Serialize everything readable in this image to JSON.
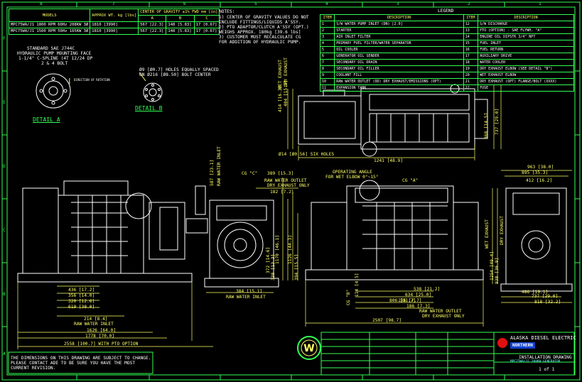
{
  "border_cols": [
    "8",
    "7",
    "6",
    "5",
    "4",
    "3",
    "2",
    "1"
  ],
  "border_rows": [
    "F",
    "E",
    "D",
    "C",
    "B",
    "A"
  ],
  "model_table": {
    "headers": [
      "MODELS",
      "APPROX WT. kg [lbs]",
      "CENTER OF GRAVITY ±1% FWD mm [in]"
    ],
    "sub_headers": [
      "A",
      "B",
      "C"
    ],
    "rows": [
      {
        "model": "MPC75WA/J1  1800 RPM 60Hz 208KW 3Ø",
        "weight": "1810 [3990]",
        "a": "567 [22.3]",
        "b": "148 [5.83]",
        "c": "17 [0.67]"
      },
      {
        "model": "MPC75WA/J1  1500 RPM 50Hz 165KW 3Ø",
        "weight": "1810 [3990]",
        "a": "567 [22.3]",
        "b": "148 [5.83]",
        "c": "17 [0.67]"
      }
    ]
  },
  "notes": {
    "title": "NOTES:",
    "lines": [
      "1) CENTER OF GRAVITY VALUES DO NOT",
      "   INCLUDE FITTINGS/LIQUIDS A'SSY.",
      "2) PTO ADAPTOR/CLUTCH A'SSY (OPT.)",
      "   WEIGHS APPROX. 180kg [39.6 lbs]",
      "3) CUSTOMER MUST RECALCULATE CG",
      "   FOR ADDITION OF HYDRAULIC PUMP."
    ]
  },
  "legend": {
    "title": "LEGEND",
    "headers": [
      "ITEM",
      "DESCRIPTION",
      "ITEM",
      "DESCRIPTION"
    ],
    "rows": [
      [
        "1",
        "S/W WATER PUMP INLET (DN) [2.0]",
        "12",
        "S/W DISCHARGE"
      ],
      [
        "2",
        "STARTER",
        "13",
        "PTO (OPTION) - SAE FLYWH. \"A\""
      ],
      [
        "3",
        "AIR INLET FILTER",
        "14",
        "ENGINE OIL DIPSTK 3/4\" NPT"
      ],
      [
        "4",
        "PRIMARY FUEL FILTER/WATER SEPARATOR",
        "15",
        "FUEL INLET"
      ],
      [
        "5",
        "OIL COOLER",
        "16",
        "FUEL RETURN"
      ],
      [
        "6",
        "GENERATOR OIL SENDER",
        "17",
        "AUXILIARY DRIVE"
      ],
      [
        "7",
        "SECONDARY OIL DRAIN",
        "18",
        "WATER COOLER"
      ],
      [
        "8",
        "SECONDARY OIL FILLER",
        "19",
        "DRY EXHAUST ELBOW (SEE DETAIL \"B\")"
      ],
      [
        "9",
        "COOLANT FILL",
        "20",
        "WET EXHAUST ELBOW"
      ],
      [
        "10",
        "RAW WATER OUTLET (OD) DRY EXHAUST/EMISSIONS (OPT)",
        "21",
        "DRY EXHAUST (OPT) FLANGE/BOLT (XXXX)"
      ],
      [
        "11",
        "EXPANSION TANK",
        "22",
        "FUSE"
      ]
    ]
  },
  "detail_a": {
    "title": "DETAIL  A",
    "lines": [
      "STANDARD SAE J744C",
      "HYDRAULIC PUMP MOUNTING FACE",
      "1-1/4\" C-SPLINE (4T 12/24 DP",
      "2 & 4 BOLT"
    ],
    "rotation_note": "DIRECTION OF ROTATION"
  },
  "detail_b": {
    "title": "DETAIL  B",
    "lines": [
      "Ø9 [Ø0.7] HOLES EQUALLY SPACED",
      "ON Ø216 [Ø8.50] BOLT CENTER"
    ]
  },
  "dims": {
    "top_width": "1241 [48.9]",
    "six_holes": "Ø14 [Ø0.56] SIX HOLES",
    "top_h1": "414 [16.3]",
    "top_h2": "404 [15.9]",
    "top_h3": "737 [29.0]",
    "top_h4": "368 [14.5]",
    "wet_exhaust": "WET EXHAUST",
    "dry_exhaust": "DRY EXHAUST",
    "left_w1": "436 [17.2]",
    "left_w2": "356 [14.0]",
    "left_w3": "320 [12.6]",
    "left_w4": "619 [38.0]",
    "left_w5": "214 [8.4]",
    "left_raw": "RAW WATER INLET",
    "left_len": "1626 [64.0]",
    "left_total": "1778 [70.0]",
    "left_pto": "2558 [100.7] WITH PTO OPTION",
    "cg_c": "CG \"C\"",
    "raw_outlet": "RAW WATER OUTLET",
    "dry_only": "DRY EXHAUST ONLY",
    "d389": "389 [15.3]",
    "d182": "182 [7.2]",
    "d587": "587 [23.1]",
    "d1170": "1170 [46.1]",
    "d1126": "1126 [44.3]",
    "d372": "372 [14.6]",
    "d338": "338 [13.3]",
    "d394": "394 [15.5]",
    "d384": "384 [15.1]",
    "raw_inlet2": "RAW WATER INLET",
    "op_angle": "OPERATING ANGLE",
    "wet_elbow": "FOR WET ELBOW 0°~15°",
    "cg_a": "CG \"A\"",
    "cg_b": "CG \"B\"",
    "d538": "538 [21.2]",
    "d634": "634 [25.0]",
    "d196": "196 [7.7]",
    "d114": "114 [4.5]",
    "d806": "806 [31.7]",
    "d186": "186 [7.3]",
    "raw_outlet2": "RAW WATER OUTLET",
    "dry_only2": "DRY EXHAUST ONLY",
    "d2507": "2507 [98.7]",
    "r963": "963 [38.0]",
    "r895": "895 [35.3]",
    "r412": "412 [16.2]",
    "r1254": "1254 [49.4]",
    "r938": "938 [36.9]",
    "r486": "486 [19.1]",
    "r737": "737 [29.0]",
    "r818": "818 [32.2]",
    "wet_dry_r": "WET EXHAUST",
    "dry_r": "DRY EXHAUST"
  },
  "disclaimer": [
    "THE DIMENSIONS ON THIS DRAWING ARE SUBJECT TO CHANGE.",
    "PLEASE CONTACT ADE TO BE SURE YOU HAVE THE MOST",
    "CURRENT REVISION."
  ],
  "title_block": {
    "company": "ALASKA DIESEL ELECTRIC",
    "brand": "NORTHERN",
    "doc_title": "INSTALLATION DRAWING",
    "doc_sub": "MPC75WA/J1  208KW GENERATOR",
    "sheet": "1 of 1"
  },
  "colors": {
    "line": "#ffffff",
    "dim": "#ffff66",
    "frame": "#33ff55",
    "accent": "#66ffff",
    "bg": "#000000"
  }
}
